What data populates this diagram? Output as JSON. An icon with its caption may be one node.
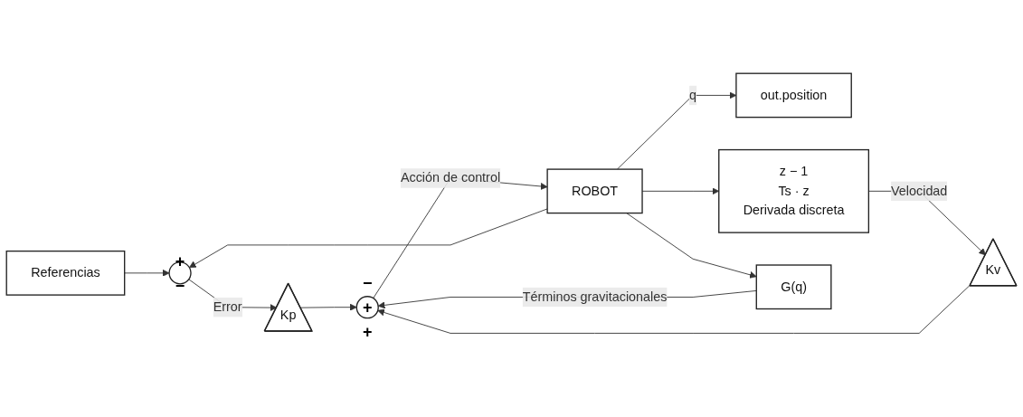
{
  "diagram": {
    "nodes": [
      {
        "text": [
          "Referencias"
        ]
      },
      {
        "text": [
          "+",
          "−"
        ]
      },
      {
        "text": [
          "Kp"
        ]
      },
      {
        "text": [
          "−",
          "+",
          "+"
        ]
      },
      {
        "text": [
          "ROBOT"
        ]
      },
      {
        "text": [
          "out.position"
        ]
      },
      {
        "text": [
          "z − 1",
          "Ts · z",
          "Derivada discreta"
        ]
      },
      {
        "text": [
          "Kv"
        ]
      },
      {
        "text": [
          "G(q)"
        ]
      }
    ],
    "edges": [
      {
        "from": 0,
        "to": 1,
        "arrow": "to"
      },
      {
        "from": 1,
        "to": 2,
        "arrow": "to",
        "label": "Error"
      },
      {
        "from": 2,
        "to": 3,
        "arrow": "to"
      },
      {
        "from": 3,
        "to": 4,
        "arrow": "to",
        "label": "Acción de control"
      },
      {
        "from": 4,
        "to": 5,
        "arrow": "to",
        "label": "q"
      },
      {
        "from": 4,
        "to": 6,
        "arrow": "to"
      },
      {
        "from": 6,
        "to": 7,
        "arrow": "to",
        "label": "Velocidad"
      },
      {
        "from": 7,
        "to": 3,
        "arrow": "to"
      },
      {
        "from": 4,
        "to": 8,
        "arrow": "to"
      },
      {
        "from": 8,
        "to": 3,
        "arrow": "to",
        "label": "Términos gravitacionales"
      },
      {
        "from": 4,
        "to": 1,
        "arrow": "to"
      }
    ]
  }
}
